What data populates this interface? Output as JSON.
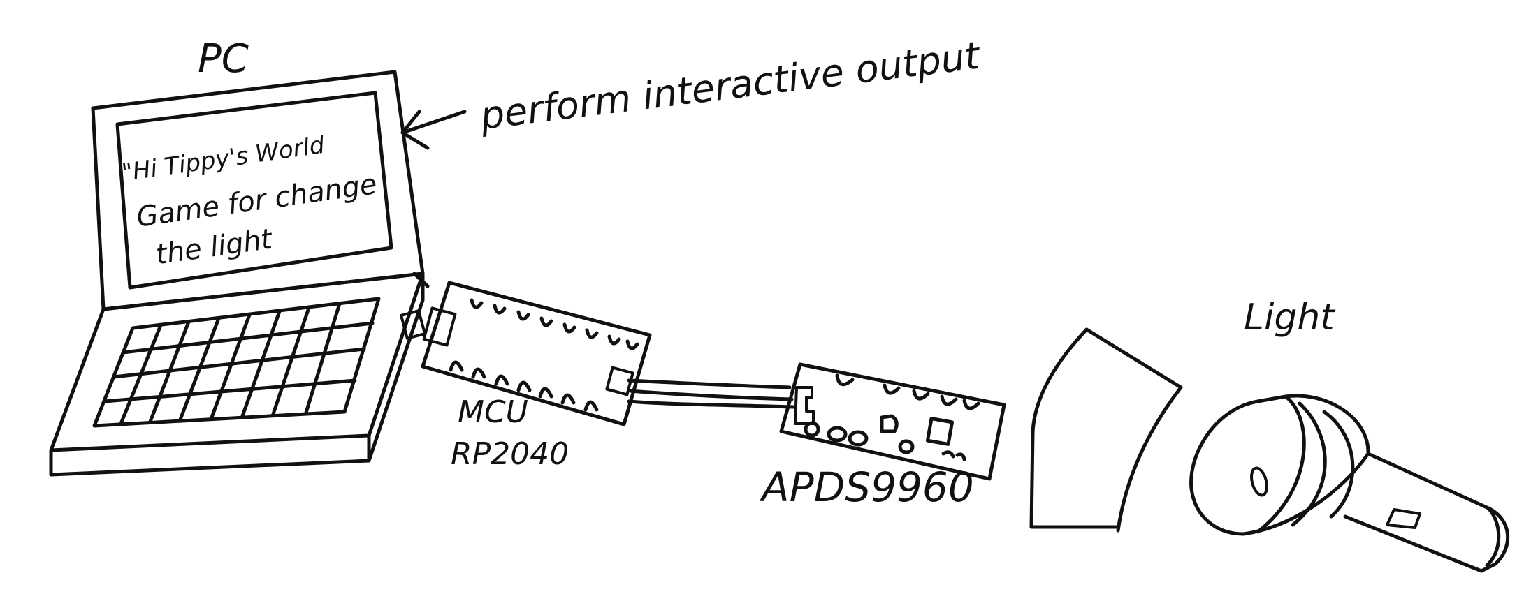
{
  "labels": {
    "pc": "PC",
    "screen_line1": "\"Hi Tippy's World",
    "screen_line2": "Game for change",
    "screen_line3": "the light",
    "annotation": "perform interactive output",
    "mcu_line1": "MCU",
    "mcu_line2": "RP2040",
    "sensor": "APDS9960",
    "light": "Light"
  },
  "colors": {
    "ink": "#111111",
    "background": "#ffffff"
  }
}
